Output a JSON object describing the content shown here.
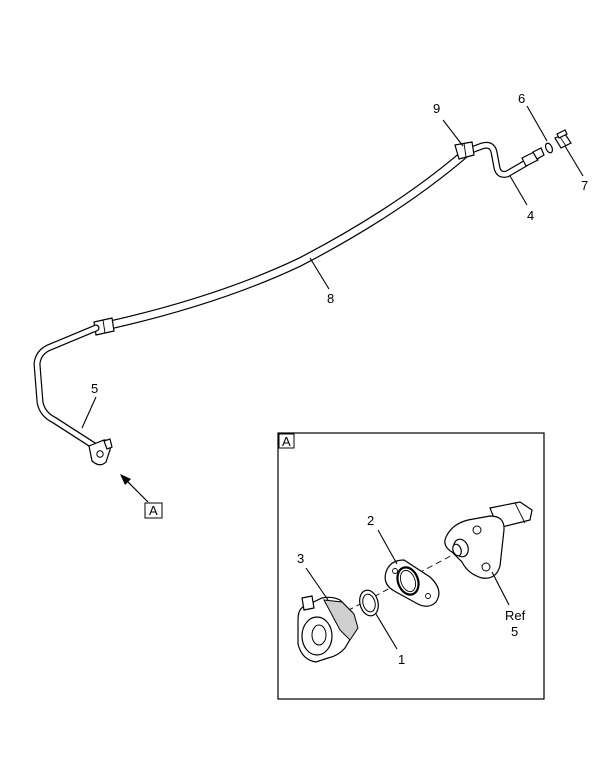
{
  "callouts": {
    "c9": "9",
    "c6": "6",
    "c7": "7",
    "c4": "4",
    "c8": "8",
    "c5_main": "5",
    "view_marker": "A",
    "detail_title": "A",
    "c2": "2",
    "c3": "3",
    "c1": "1",
    "ref_label": "Ref",
    "ref_num": "5"
  }
}
